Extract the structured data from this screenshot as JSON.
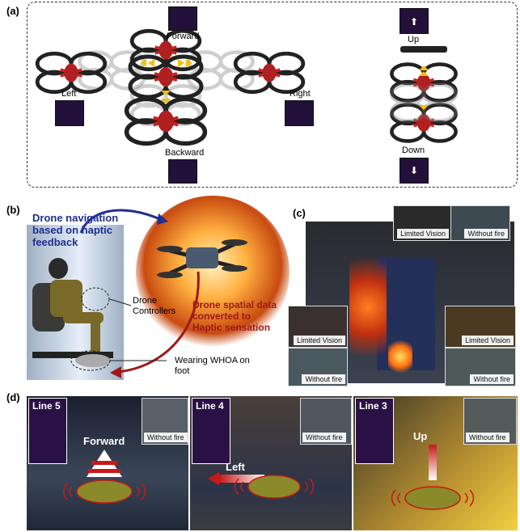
{
  "panel_a": {
    "label": "(a)",
    "forward": "Forward",
    "backward": "Backward",
    "left": "Left",
    "right": "Right",
    "up": "Up",
    "down": "Down"
  },
  "panel_b": {
    "label": "(b)",
    "nav_line1": "Drone navigation",
    "nav_line2": "based on haptic",
    "nav_line3": "feedback",
    "controllers_line1": "Drone",
    "controllers_line2": "Controllers",
    "spatial_line1": "Drone spatial data",
    "spatial_line2": "converted to",
    "spatial_line3": "Haptic sensation",
    "whoa_line1": "Wearing WHOA on",
    "whoa_line2": "foot"
  },
  "panel_c": {
    "label": "(c)",
    "limited_vision": "Limited Vision",
    "without_fire": "Without fire"
  },
  "panel_d": {
    "label": "(d)",
    "line5": "Line 5",
    "line4": "Line 4",
    "line3": "Line 3",
    "forward": "Forward",
    "left": "Left",
    "up": "Up",
    "without_fire": "Without fire"
  },
  "colors": {
    "nav_blue": "#1f2f8f",
    "spatial_red": "#a01818",
    "arrow_red": "#c81818",
    "haptic_purple": "#2a1145",
    "drone_yellow": "#8a8a2a"
  }
}
